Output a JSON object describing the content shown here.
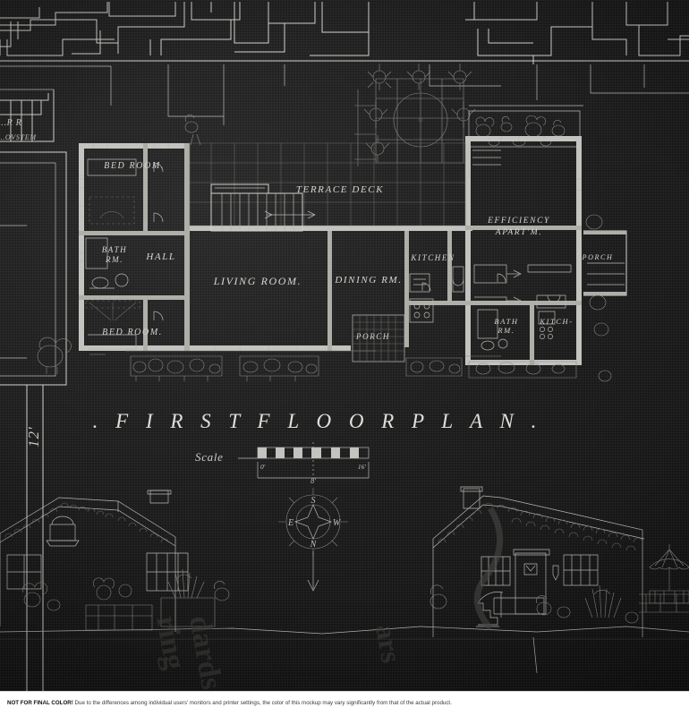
{
  "document": {
    "kind": "architectural-blueprint",
    "drawing_title": ". F I R S T   F L O O R   P L A N .",
    "sheet_dimension_note": "12'"
  },
  "scale": {
    "label": "Scale",
    "ticks": [
      "0'",
      "8'",
      "16'"
    ]
  },
  "compass": {
    "north_label": "N",
    "south_label": "S",
    "east_label": "E",
    "west_label": "W"
  },
  "rooms": [
    {
      "name": "bed-room-north",
      "label": "BED ROOM."
    },
    {
      "name": "bath-room-west",
      "label": "BATH",
      "label2": "RM."
    },
    {
      "name": "hall",
      "label": "HALL"
    },
    {
      "name": "bed-room-south",
      "label": "BED ROOM."
    },
    {
      "name": "living-room",
      "label": "LIVING ROOM."
    },
    {
      "name": "dining-room",
      "label": "DINING RM."
    },
    {
      "name": "terrace-deck",
      "label": "TERRACE DECK"
    },
    {
      "name": "kitchen",
      "label": "KITCHEN"
    },
    {
      "name": "efficiency-apartment",
      "label": "EFFICIENCY",
      "label2": "APART'M."
    },
    {
      "name": "bath-room-east",
      "label": "BATH",
      "label2": "RM."
    },
    {
      "name": "kitchenette",
      "label": "KITCH-"
    },
    {
      "name": "porch-south",
      "label": "PORCH"
    },
    {
      "name": "porch-east",
      "label": "PORCH"
    }
  ],
  "watermark": {
    "line1": "ring",
    "line2": "dards",
    "line3": "ars"
  },
  "footer": {
    "warning": "NOT FOR FINAL COLOR!",
    "message": "Due to the differences among individual users' monitors and printer settings, the color of this mockup may vary significantly from that of the actual product."
  },
  "colors": {
    "paper": "#181818",
    "ink": "#d7d7d2",
    "wall": "#c9c9c4",
    "footer_text": "#3a3a3a"
  }
}
